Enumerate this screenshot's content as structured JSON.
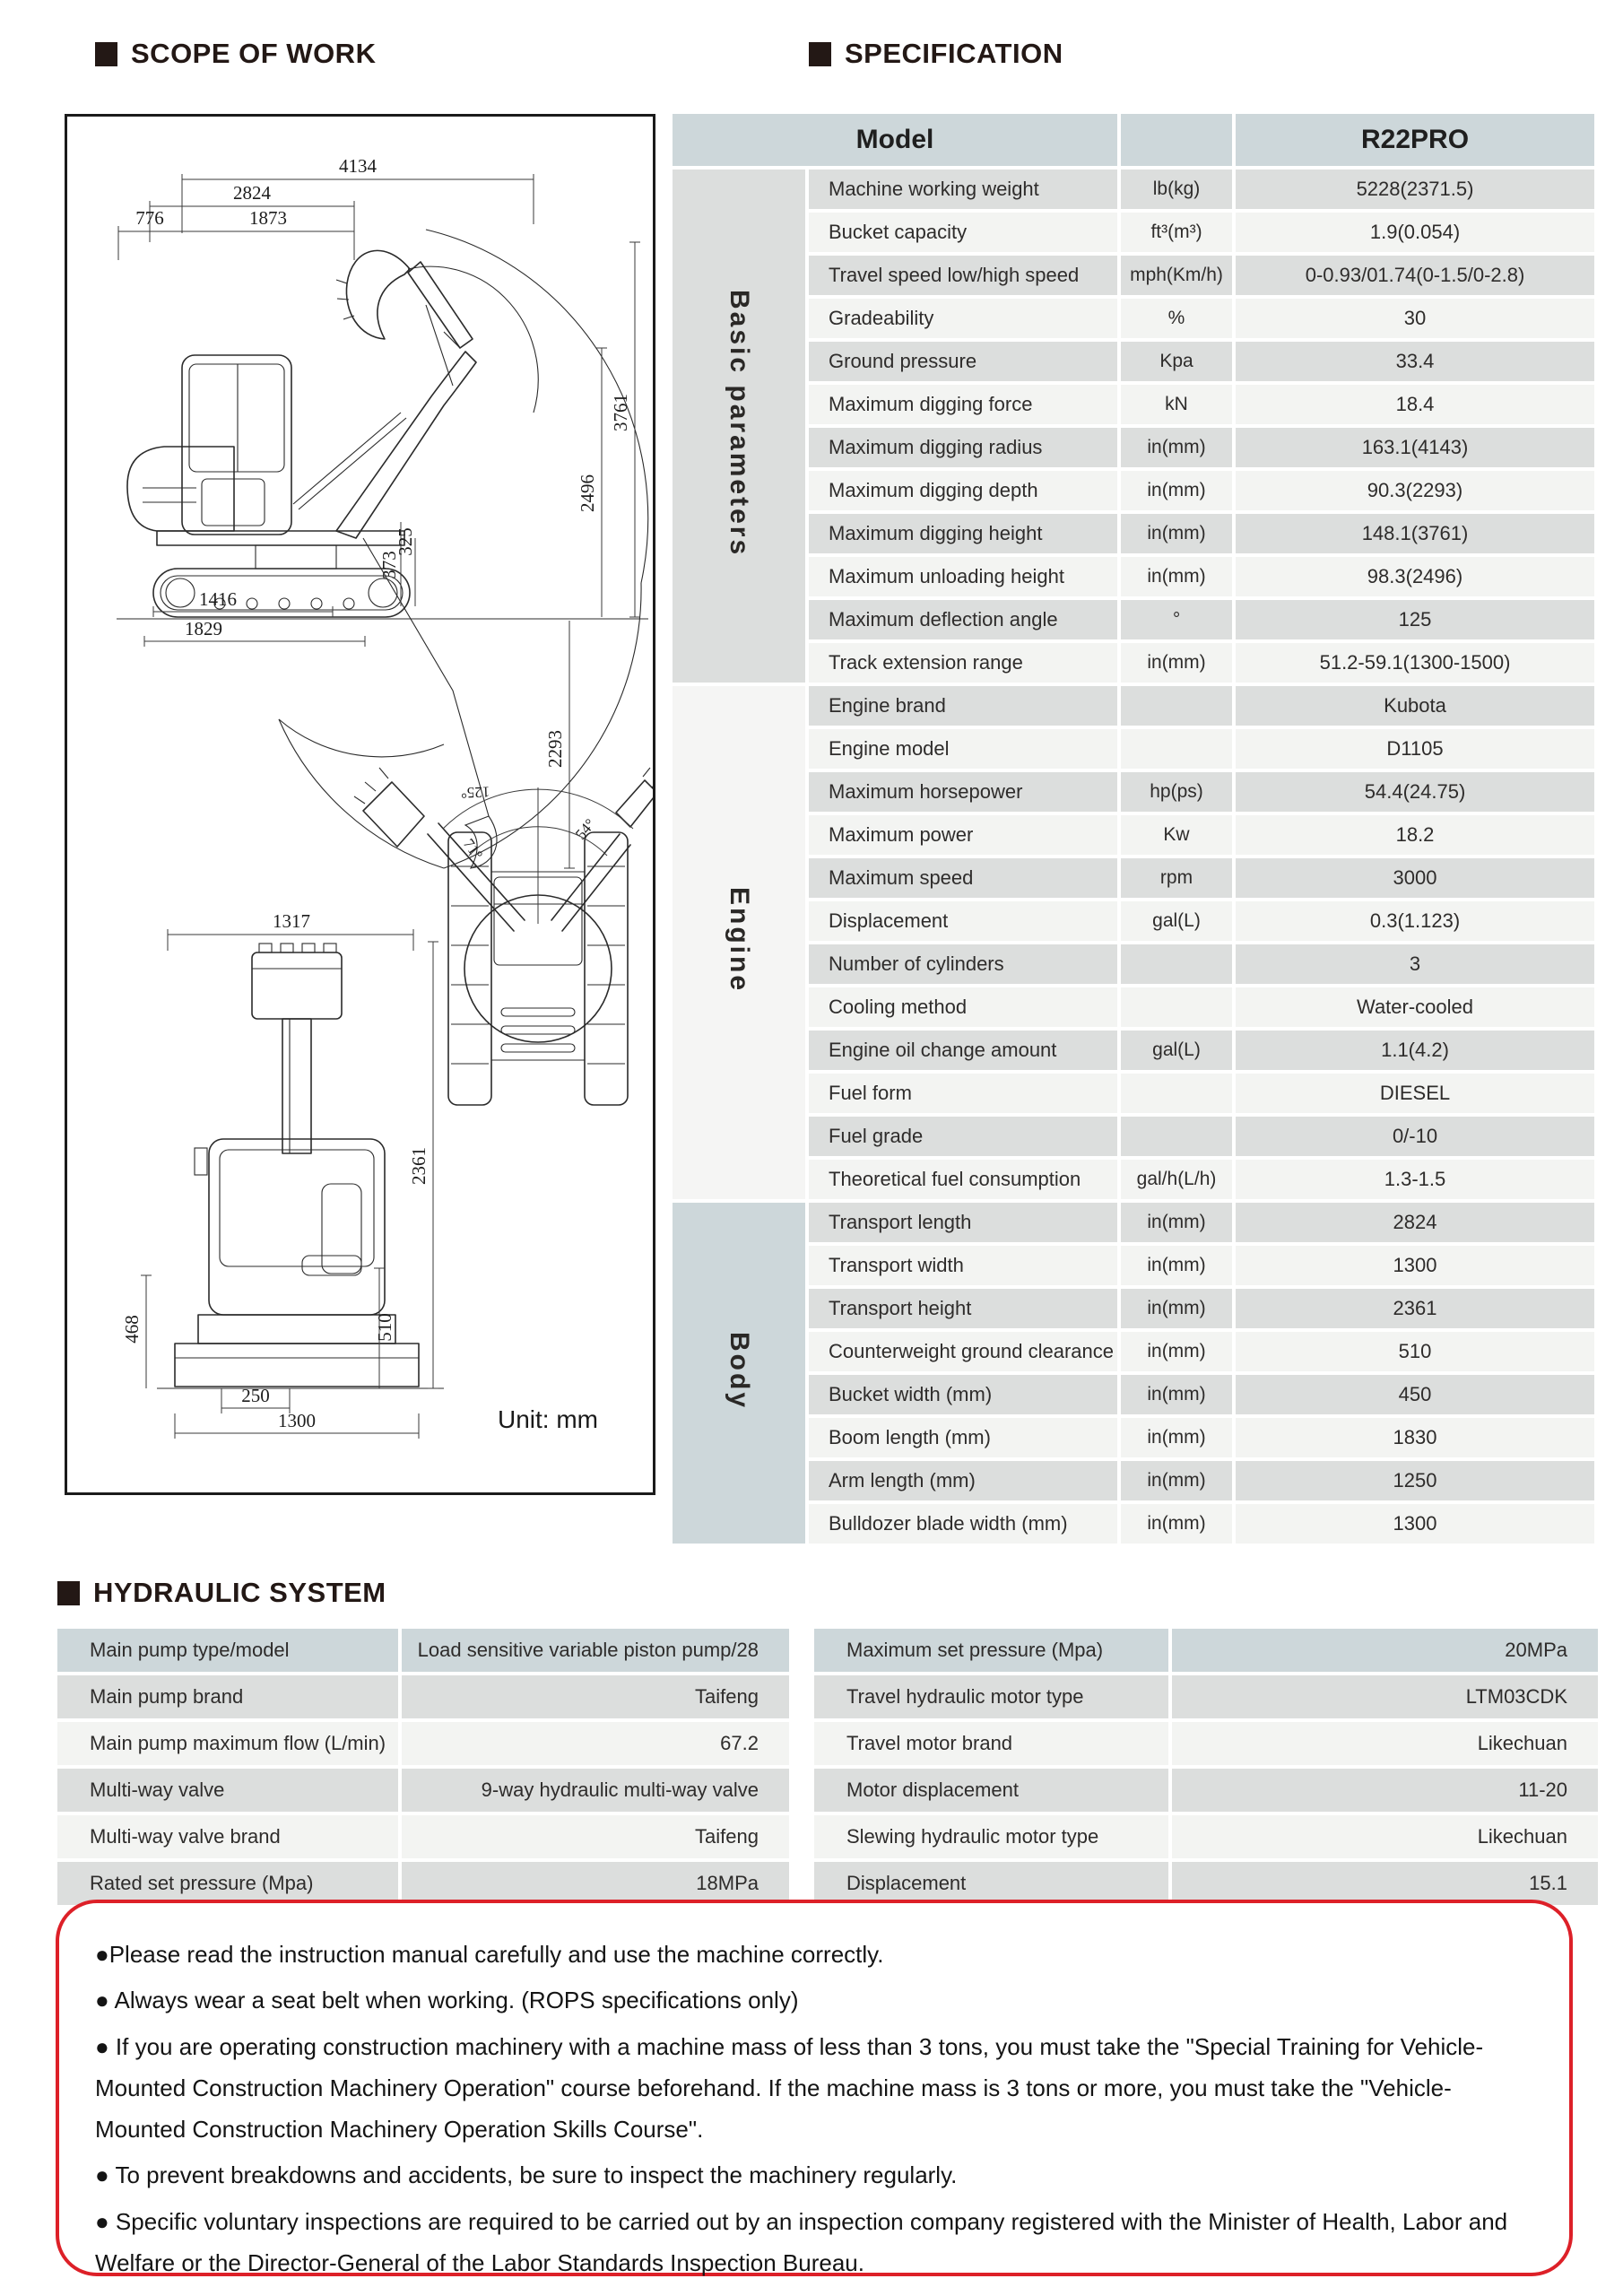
{
  "headings": {
    "scope": "SCOPE OF WORK",
    "spec": "SPECIFICATION",
    "hydraulic": "HYDRAULIC SYSTEM"
  },
  "spec_table": {
    "model_label": "Model",
    "model_value": "R22PRO",
    "sections": [
      {
        "name": "Basic parameters",
        "rows": [
          {
            "label": "Machine working weight",
            "unit": "lb(kg)",
            "value": "5228(2371.5)"
          },
          {
            "label": "Bucket capacity",
            "unit": "ft³(m³)",
            "value": "1.9(0.054)"
          },
          {
            "label": "Travel speed low/high speed",
            "unit": "mph(Km/h)",
            "value": "0-0.93/01.74(0-1.5/0-2.8)"
          },
          {
            "label": "Gradeability",
            "unit": "%",
            "value": "30"
          },
          {
            "label": "Ground pressure",
            "unit": "Kpa",
            "value": "33.4"
          },
          {
            "label": "Maximum digging force",
            "unit": "kN",
            "value": "18.4"
          },
          {
            "label": "Maximum digging radius",
            "unit": "in(mm)",
            "value": "163.1(4143)"
          },
          {
            "label": "Maximum digging depth",
            "unit": "in(mm)",
            "value": "90.3(2293)"
          },
          {
            "label": "Maximum digging height",
            "unit": "in(mm)",
            "value": "148.1(3761)"
          },
          {
            "label": "Maximum unloading height",
            "unit": "in(mm)",
            "value": "98.3(2496)"
          },
          {
            "label": "Maximum deflection angle",
            "unit": "°",
            "value": "125"
          },
          {
            "label": "Track extension range",
            "unit": "in(mm)",
            "value": "51.2-59.1(1300-1500)"
          }
        ]
      },
      {
        "name": "Engine",
        "rows": [
          {
            "label": "Engine brand",
            "unit": "",
            "value": "Kubota"
          },
          {
            "label": "Engine model",
            "unit": "",
            "value": "D1105"
          },
          {
            "label": "Maximum horsepower",
            "unit": "hp(ps)",
            "value": "54.4(24.75)"
          },
          {
            "label": "Maximum power",
            "unit": "Kw",
            "value": "18.2"
          },
          {
            "label": "Maximum speed",
            "unit": "rpm",
            "value": "3000"
          },
          {
            "label": "Displacement",
            "unit": "gal(L)",
            "value": "0.3(1.123)"
          },
          {
            "label": "Number of cylinders",
            "unit": "",
            "value": "3"
          },
          {
            "label": "Cooling method",
            "unit": "",
            "value": "Water-cooled"
          },
          {
            "label": "Engine oil change amount",
            "unit": "gal(L)",
            "value": "1.1(4.2)"
          },
          {
            "label": "Fuel form",
            "unit": "",
            "value": "DIESEL"
          },
          {
            "label": "Fuel grade",
            "unit": "",
            "value": "0/-10"
          },
          {
            "label": "Theoretical fuel consumption",
            "unit": "gal/h(L/h)",
            "value": "1.3-1.5"
          }
        ]
      },
      {
        "name": "Body",
        "rows": [
          {
            "label": "Transport length",
            "unit": "in(mm)",
            "value": "2824"
          },
          {
            "label": "Transport width",
            "unit": "in(mm)",
            "value": "1300"
          },
          {
            "label": "Transport height",
            "unit": "in(mm)",
            "value": "2361"
          },
          {
            "label": "Counterweight ground clearance",
            "unit": "in(mm)",
            "value": "510"
          },
          {
            "label": "Bucket width (mm)",
            "unit": "in(mm)",
            "value": "450"
          },
          {
            "label": "Boom length (mm)",
            "unit": "in(mm)",
            "value": "1830"
          },
          {
            "label": "Arm length (mm)",
            "unit": "in(mm)",
            "value": "1250"
          },
          {
            "label": "Bulldozer blade width (mm)",
            "unit": "in(mm)",
            "value": "1300"
          }
        ]
      }
    ]
  },
  "hydraulic": {
    "left": [
      {
        "label": "Main pump type/model",
        "value": "Load sensitive variable piston pump/28"
      },
      {
        "label": "Main pump brand",
        "value": "Taifeng"
      },
      {
        "label": "Main pump maximum flow (L/min)",
        "value": "67.2"
      },
      {
        "label": "Multi-way valve",
        "value": "9-way hydraulic multi-way valve"
      },
      {
        "label": "Multi-way valve brand",
        "value": "Taifeng"
      },
      {
        "label": "Rated set pressure (Mpa)",
        "value": "18MPa"
      }
    ],
    "right": [
      {
        "label": "Maximum set pressure (Mpa)",
        "value": "20MPa"
      },
      {
        "label": "Travel hydraulic motor type",
        "value": "LTM03CDK"
      },
      {
        "label": "Travel motor brand",
        "value": "Likechuan"
      },
      {
        "label": "Motor displacement",
        "value": "11-20"
      },
      {
        "label": "Slewing hydraulic motor type",
        "value": "Likechuan"
      },
      {
        "label": "Displacement",
        "value": "15.1"
      }
    ]
  },
  "notes": [
    "●Please read the instruction manual carefully and use the machine correctly.",
    "● Always wear a seat belt when working. (ROPS specifications only)",
    "● If you are operating construction machinery with a machine mass of less than 3 tons, you must take the \"Special Training for Vehicle-Mounted Construction Machinery Operation\" course beforehand. If the machine mass is 3 tons or more, you must take the \"Vehicle-Mounted Construction Machinery Operation Skills Course\".",
    "● To prevent breakdowns and accidents, be sure to inspect the machinery regularly.",
    "● Specific voluntary inspections are required to be carried out by an inspection company registered with the Minister of Health, Labor and Welfare or the Director-General of the Labor Standards Inspection Bureau."
  ],
  "drawing": {
    "unit_label": "Unit: mm",
    "dims": {
      "d4134": "4134",
      "d2824": "2824",
      "d776": "776",
      "d1873": "1873",
      "d3761": "3761",
      "d2496": "2496",
      "d2293": "2293",
      "d373": "373",
      "d325": "325",
      "d1416": "1416",
      "d1829": "1829",
      "a125": "125°",
      "a54": "54°",
      "a71": "71°",
      "d1317": "1317",
      "d2361": "2361",
      "d468": "468",
      "d510": "510",
      "d250": "250",
      "d1300": "1300"
    }
  }
}
